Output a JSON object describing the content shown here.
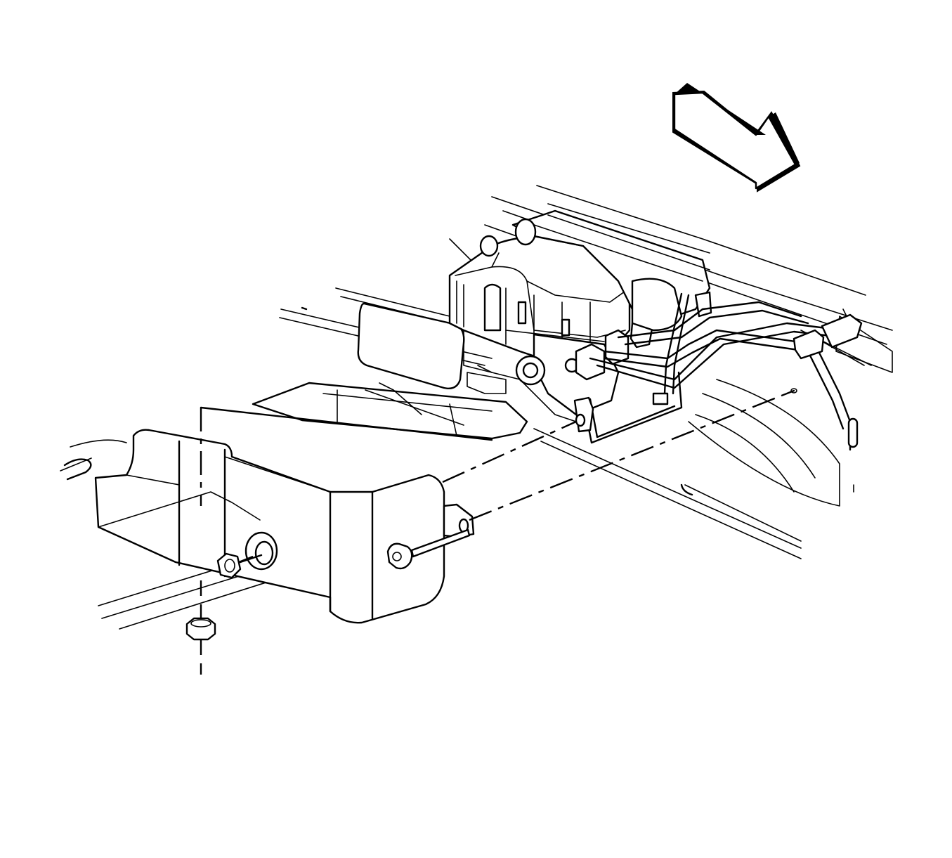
{
  "diagram": {
    "type": "line-art exploded view",
    "colors": {
      "stroke": "#000000",
      "background": "#ffffff"
    },
    "components": [
      "direction-arrow",
      "frame-rails",
      "abs-control-module",
      "brake-lines",
      "mounting-bracket",
      "shield",
      "bolt",
      "nut",
      "washer-grommet"
    ]
  }
}
